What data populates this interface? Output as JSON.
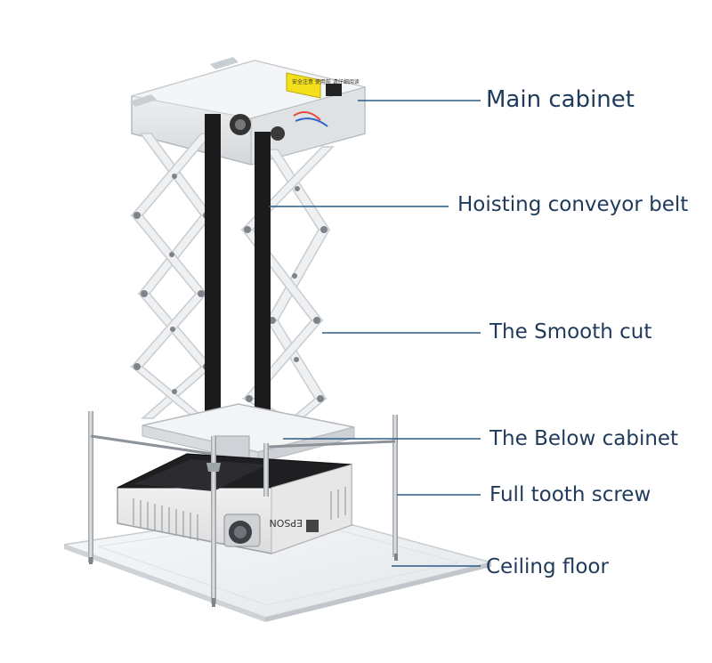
{
  "callouts": {
    "main_cabinet": "Main cabinet",
    "hoisting_belt": "Hoisting conveyor belt",
    "smooth_cut": "The Smooth cut",
    "below_cabinet": "The Below cabinet",
    "full_tooth_screw": "Full tooth screw",
    "ceiling_floor": "Ceiling floor"
  },
  "device": {
    "brand_mark": "EPSON",
    "warning_label": "安全注意 使用前 请仔细阅读"
  },
  "colors": {
    "label_text": "#1f3a5a",
    "leader_line": "#2a5b86",
    "frame_metal": "#e6e8ea",
    "belt": "#1b1b1b",
    "warning_sticker": "#f3e01a"
  }
}
